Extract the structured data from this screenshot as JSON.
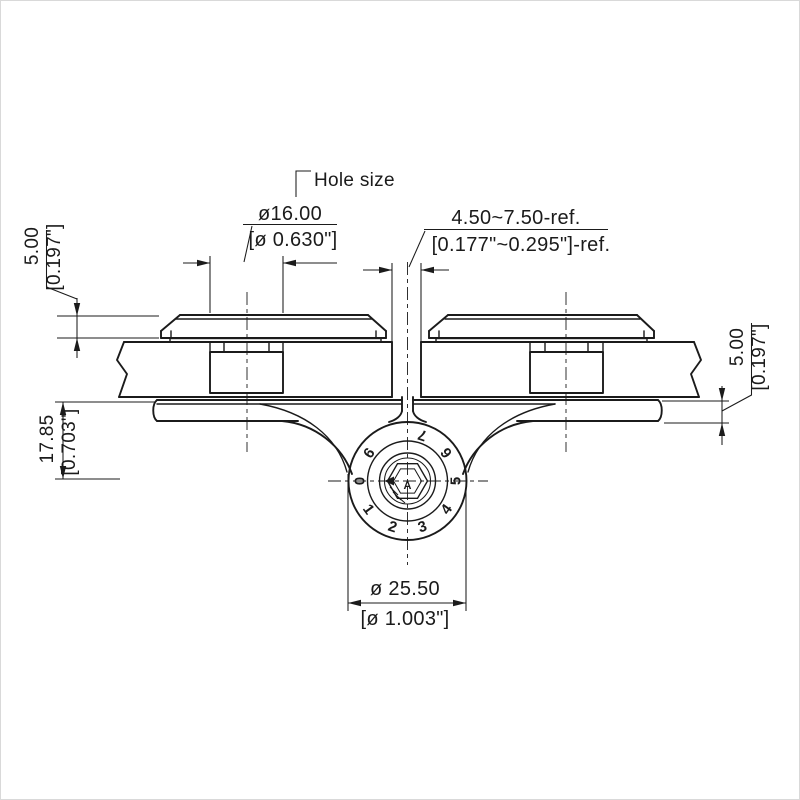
{
  "drawing": {
    "labels": {
      "hole_size": "Hole size"
    },
    "dimensions": {
      "hole": {
        "metric": "ø16.00",
        "inch": "[ø 0.630\"]"
      },
      "gap": {
        "metric": "4.50~7.50-ref.",
        "inch": "[0.177\"~0.295\"]-ref."
      },
      "cap_thickness": {
        "metric": "5.00",
        "inch": "[0.197\"]"
      },
      "flange_thickness": {
        "metric": "5.00",
        "inch": "[0.197\"]"
      },
      "body_height": {
        "metric": "17.85",
        "inch": "[0.703\"]"
      },
      "dial_diameter": {
        "metric": "ø 25.50",
        "inch": "[ø 1.003\"]"
      }
    },
    "dial": {
      "digits": [
        {
          "label": "0"
        },
        {
          "label": "1"
        },
        {
          "label": "2"
        },
        {
          "label": "3"
        },
        {
          "label": "4"
        },
        {
          "label": "5"
        },
        {
          "label": "6"
        },
        {
          "label": "7"
        },
        {
          "label": "9"
        }
      ],
      "center_marking": "A"
    },
    "colors": {
      "line": "#1b1b1b",
      "background": "#ffffff"
    }
  }
}
